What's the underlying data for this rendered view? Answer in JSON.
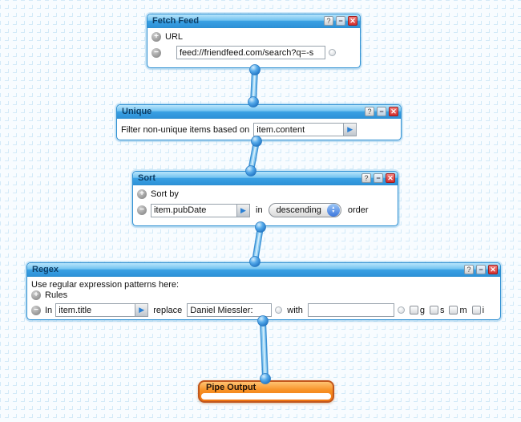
{
  "module_controls": {
    "help_label": "?",
    "collapse_label": "−",
    "close_label": "✕"
  },
  "icons": {
    "plus": "+",
    "minus": "−",
    "arrow_right": "▶",
    "spin_up": "▲",
    "spin_down": "▼"
  },
  "colors": {
    "header_blue": "#2d92d8",
    "close_red": "#d32f2f",
    "output_orange": "#f79023",
    "pipe_blue": "#4da3e8",
    "grid_blue": "#d3eaf8"
  },
  "modules": {
    "fetch_feed": {
      "title": "Fetch Feed",
      "url_label": "URL",
      "url_value": "feed://friendfeed.com/search?q=-s"
    },
    "unique": {
      "title": "Unique",
      "label": "Filter non-unique items based on",
      "field_value": "item.content"
    },
    "sort": {
      "title": "Sort",
      "sort_by_label": "Sort by",
      "field_value": "item.pubDate",
      "in_label": "in",
      "order_value": "descending",
      "order_suffix_label": "order"
    },
    "regex": {
      "title": "Regex",
      "description": "Use regular expression patterns here:",
      "rules_label": "Rules",
      "in_label": "In",
      "source_value": "item.title",
      "replace_label": "replace",
      "pattern_value": "Daniel Miessler:",
      "with_label": "with",
      "replacement_value": "",
      "flags": [
        "g",
        "s",
        "m",
        "i"
      ]
    },
    "pipe_output": {
      "title": "Pipe Output"
    }
  }
}
